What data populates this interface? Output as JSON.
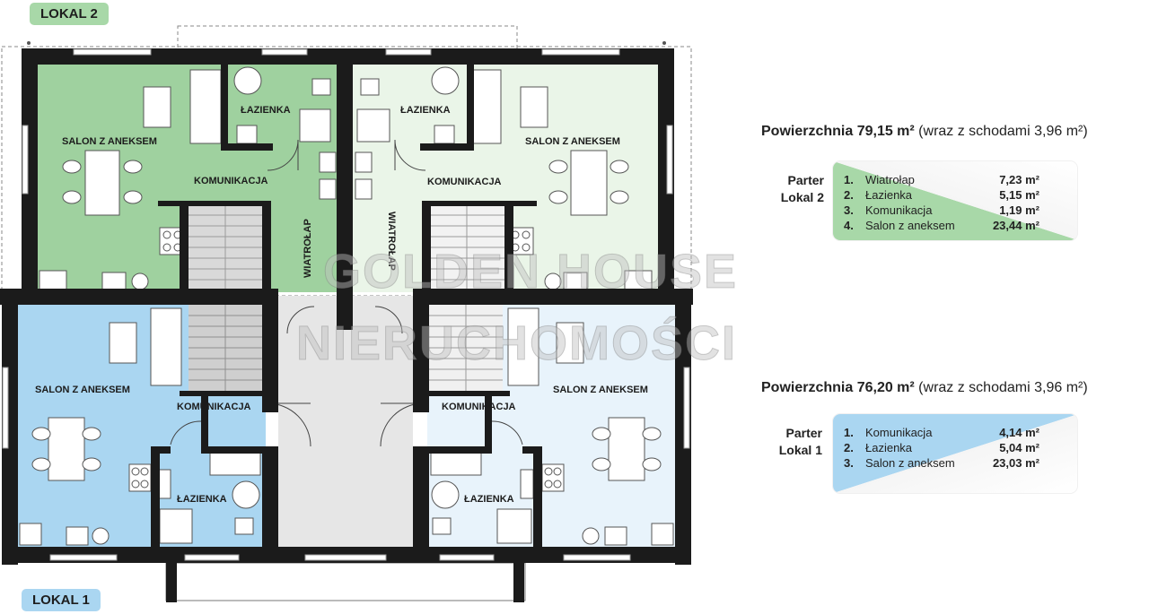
{
  "labels": {
    "lokal2": "LOKAL 2",
    "lokal1": "LOKAL 1"
  },
  "watermark": {
    "line1": "GOLDEN HOUSE",
    "line2": "NIERUCHOMOŚCI"
  },
  "rooms": {
    "salon": "SALON Z ANEKSEM",
    "lazienka": "ŁAZIENKA",
    "komunikacja": "KOMUNIKACJA",
    "wiatrolap": "WIATROŁAP"
  },
  "lokal2_panel": {
    "title_bold": "Powierzchnia 79,15 m²",
    "title_rest": " (wraz z schodami 3,96 m²)",
    "level_line1": "Parter",
    "level_line2": "Lokal 2",
    "items": [
      {
        "num": "1.",
        "name": "Wiatrołap",
        "area": "7,23 m²"
      },
      {
        "num": "2.",
        "name": "Łazienka",
        "area": "5,15 m²"
      },
      {
        "num": "3.",
        "name": "Komunikacja",
        "area": "1,19 m²"
      },
      {
        "num": "4.",
        "name": "Salon z aneksem",
        "area": "23,44 m²"
      }
    ]
  },
  "lokal1_panel": {
    "title_bold": "Powierzchnia 76,20 m²",
    "title_rest": " (wraz z schodami 3,96 m²)",
    "level_line1": "Parter",
    "level_line2": "Lokal 1",
    "items": [
      {
        "num": "1.",
        "name": "Komunikacja",
        "area": "4,14 m²"
      },
      {
        "num": "2.",
        "name": "Łazienka",
        "area": "5,04 m²"
      },
      {
        "num": "3.",
        "name": "Salon z aneksem",
        "area": "23,03 m²"
      }
    ]
  },
  "colors": {
    "lokal2_green": "#9fd19f",
    "lokal2_light": "#eaf5e8",
    "lokal1_blue": "#aad6f1",
    "lokal1_light": "#e8f3fb",
    "wall": "#1b1b1b",
    "common": "#e6e6e6"
  }
}
